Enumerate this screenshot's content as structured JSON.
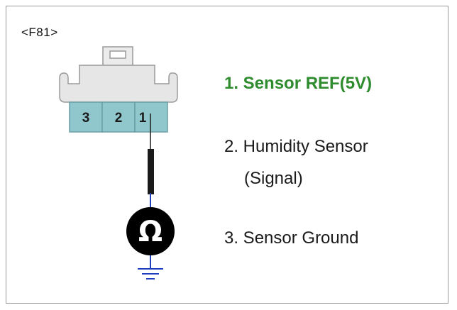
{
  "connector": {
    "id": "<F81>",
    "pins": [
      "3",
      "2",
      "1"
    ]
  },
  "meter": {
    "symbol": "Ω"
  },
  "legend": {
    "item1": "1. Sensor REF(5V)",
    "item2_line1": "2. Humidity Sensor",
    "item2_line2": "(Signal)",
    "item3": "3. Sensor Ground"
  },
  "colors": {
    "highlight": "#2e8b2e",
    "connector_fill": "#8fc7cc",
    "housing_fill": "#e6e6e6",
    "ground_wire": "#1f3fbf"
  }
}
